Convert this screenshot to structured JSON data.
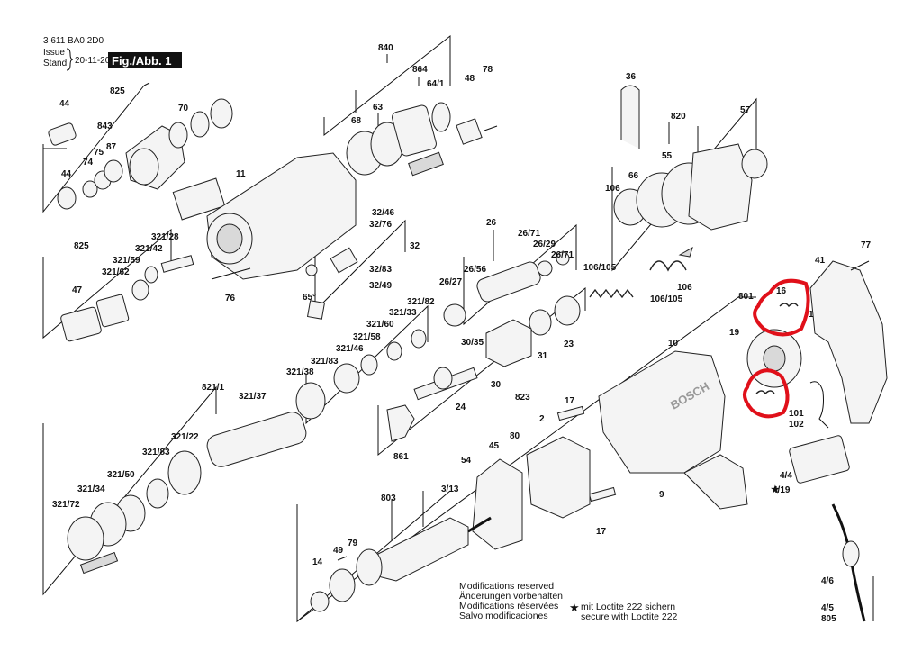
{
  "header": {
    "doc_number": "3 611 BA0 2D0",
    "issue_label_1": "Issue",
    "issue_label_2": "Stand",
    "issue_date": "20-11-20",
    "fig_label": "Fig./Abb. 1"
  },
  "labels": {
    "l44a": "44",
    "l825a": "825",
    "l70": "70",
    "l843": "843",
    "l74": "74",
    "l75": "75",
    "l87": "87",
    "l44b": "44",
    "l840": "840",
    "l864": "864",
    "l78": "78",
    "l64_1": "64/1",
    "l48": "48",
    "l68": "68",
    "l63": "63",
    "l11": "11",
    "l36": "36",
    "l820": "820",
    "l57": "57",
    "l55": "55",
    "l66": "66",
    "l106a": "106",
    "l32_46": "32/46",
    "l32_76": "32/76",
    "l32": "32",
    "l32_83": "32/83",
    "l32_49": "32/49",
    "l65": "65°",
    "l26": "26",
    "l26_71a": "26/71",
    "l26_29": "26/29",
    "l26_71b": "26/71",
    "l26_56": "26/56",
    "l26_27": "26/27",
    "l106_105a": "106/105",
    "l106b": "106",
    "l106_105b": "106/105",
    "l77": "77",
    "l41": "41",
    "l16": "16",
    "l1": "1",
    "l801": "801",
    "l19": "19",
    "l825b": "825",
    "l321_28": "321/28",
    "l321_42": "321/42",
    "l321_59": "321/59",
    "l321_62": "321/62",
    "l47": "47",
    "l76": "76",
    "l321_82": "321/82",
    "l321_33": "321/33",
    "l321_60": "321/60",
    "l321_58": "321/58",
    "l321_46": "321/46",
    "l321_83a": "321/83",
    "l321_38": "321/38",
    "l30_35": "30/35",
    "l31": "31",
    "l23": "23",
    "l30": "30",
    "l823": "823",
    "l24": "24",
    "l861": "861",
    "l821_1": "821/1",
    "l321_37": "321/37",
    "l321_22": "321/22",
    "l321_83b": "321/83",
    "l321_50": "321/50",
    "l321_34": "321/34",
    "l321_72": "321/72",
    "l10": "10",
    "l17a": "17",
    "l2": "2",
    "l80": "80",
    "l45": "45",
    "l54": "54",
    "l3_13": "3/13",
    "l803": "803",
    "l9": "9",
    "l17b": "17",
    "l101": "101",
    "l102": "102",
    "l4_4": "4/4",
    "l4_19": "4/19",
    "l79": "79",
    "l49": "49",
    "l14": "14",
    "l4_6": "4/6",
    "l4_5": "4/5",
    "l805": "805"
  },
  "notes": {
    "mod_en": "Modifications reserved",
    "mod_de": "Änderungen vorbehalten",
    "mod_fr": "Modifications réservées",
    "mod_es": "Salvo modificaciones",
    "loctite_de": "mit Loctite 222 sichern",
    "loctite_en": "secure with Loctite 222",
    "star": "★"
  },
  "brand_text": "BOSCH",
  "colors": {
    "highlight": "#e0101a",
    "ink": "#111111"
  }
}
